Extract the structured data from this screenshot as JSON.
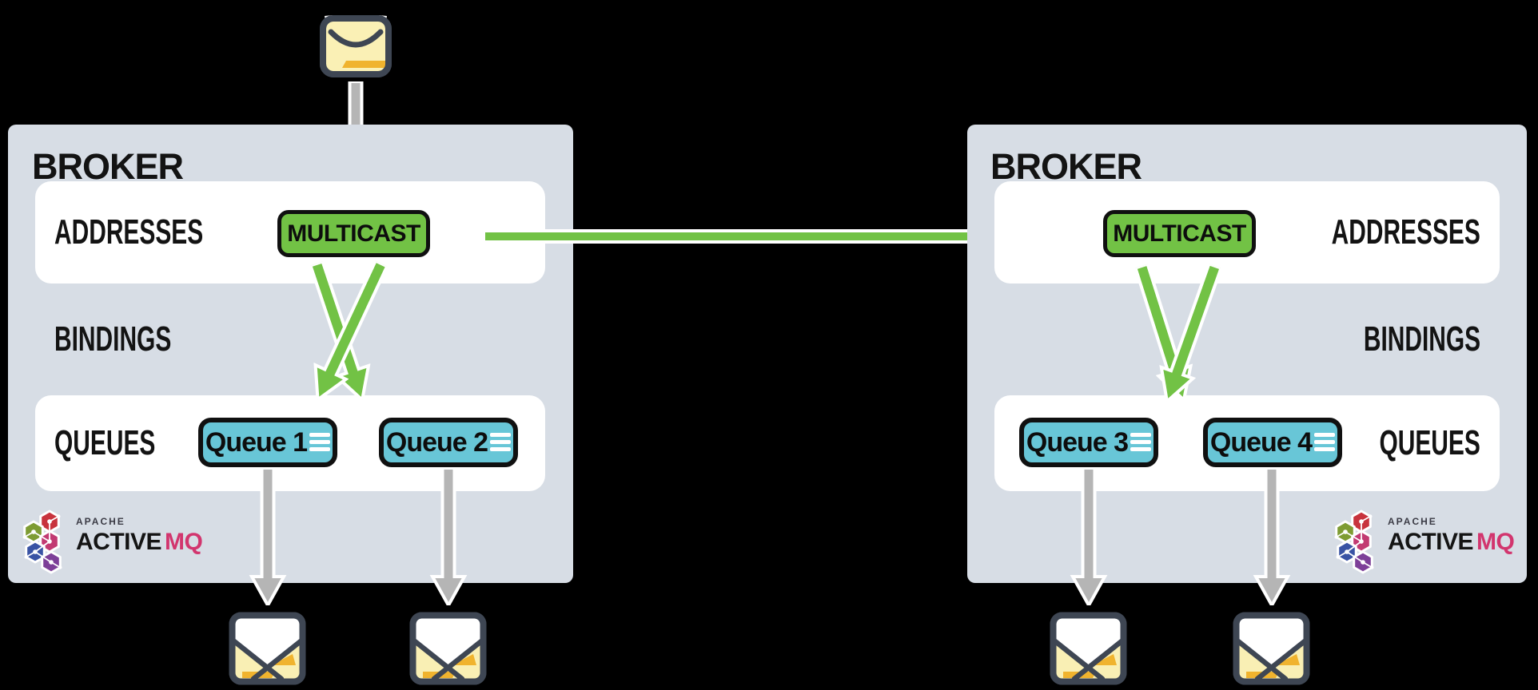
{
  "colors": {
    "background": "#000000",
    "broker_bg": "#D7DDE5",
    "panel_white": "#FFFFFF",
    "green": "#72C245",
    "teal": "#68C6D7",
    "gray_arrow": "#B5B5B5",
    "text_dark": "#131313",
    "envelope_outline": "#3E4653",
    "envelope_yellow": "#F9EFB4",
    "envelope_amber": "#F0B32E",
    "logo_pink": "#D2356E"
  },
  "icons": {
    "producer_message": "envelope-icon",
    "consumer_message": "envelope-icon",
    "queue_lines": "hamburger-lines-icon",
    "logo_mark": "activemq-hexagon-cluster-icon"
  },
  "brokers": [
    {
      "title": "BROKER",
      "addresses_label": "ADDRESSES",
      "address_badge": "MULTICAST",
      "bindings_label": "BINDINGS",
      "queues_label": "QUEUES",
      "queues": [
        "Queue 1",
        "Queue 2"
      ],
      "logo": {
        "apache": "APACHE",
        "name_black": "ACTIVE",
        "name_pink": "MQ"
      }
    },
    {
      "title": "BROKER",
      "addresses_label": "ADDRESSES",
      "address_badge": "MULTICAST",
      "bindings_label": "BINDINGS",
      "queues_label": "QUEUES",
      "queues": [
        "Queue 3",
        "Queue 4"
      ],
      "logo": {
        "apache": "APACHE",
        "name_black": "ACTIVE",
        "name_pink": "MQ"
      }
    }
  ]
}
